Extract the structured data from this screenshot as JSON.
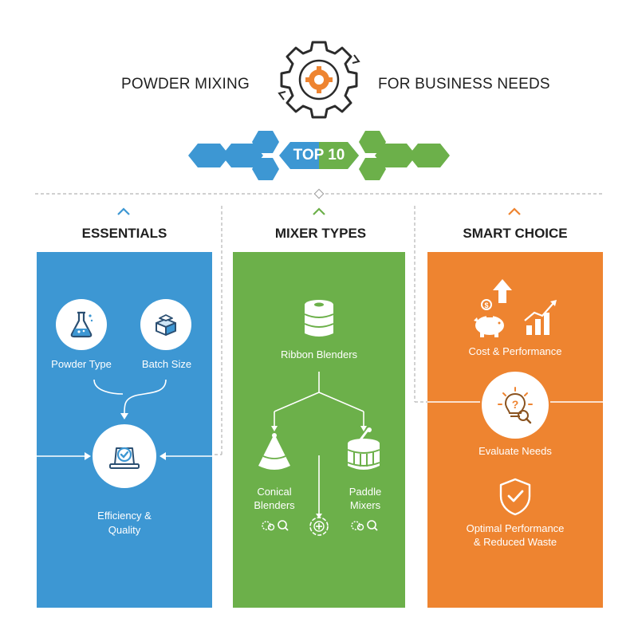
{
  "header": {
    "left_title": "POWDER MIXING",
    "right_title": "FOR BUSINESS NEEDS",
    "badge": "TOP 10"
  },
  "colors": {
    "blue": "#3d97d3",
    "green": "#6cb04a",
    "orange": "#ee8430",
    "dark": "#2b2b2b"
  },
  "columns": {
    "essentials": {
      "heading": "ESSENTIALS",
      "powder_type": "Powder Type",
      "batch_size": "Batch Size",
      "result_line1": "Efficiency &",
      "result_line2": "Quality"
    },
    "mixer_types": {
      "heading": "MIXER TYPES",
      "ribbon": "Ribbon Blenders",
      "conical_line1": "Conical",
      "conical_line2": "Blenders",
      "paddle_line1": "Paddle",
      "paddle_line2": "Mixers"
    },
    "smart_choice": {
      "heading": "SMART CHOICE",
      "cost": "Cost & Performance",
      "evaluate": "Evaluate Needs",
      "optimal_line1": "Optimal Performance",
      "optimal_line2": "& Reduced Waste"
    }
  },
  "icons": {
    "gear": "gear-icon",
    "flask": "flask-icon",
    "boxes": "boxes-icon",
    "check_monitor": "check-monitor-icon",
    "drum": "drum-icon",
    "cone": "cone-icon",
    "paddle_drum": "paddle-drum-icon",
    "piggy": "piggy-bank-icon",
    "chart": "growth-chart-icon",
    "bulb": "lightbulb-icon",
    "shield": "shield-check-icon"
  }
}
